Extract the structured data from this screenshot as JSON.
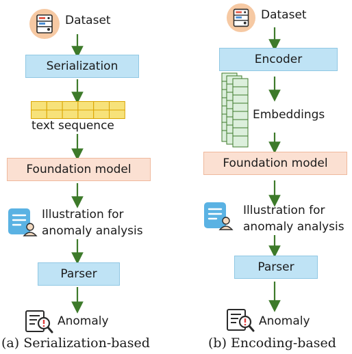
{
  "left": {
    "dataset": "Dataset",
    "serialization": "Serialization",
    "text_sequence": "text sequence",
    "foundation_model": "Foundation model",
    "illustration_line1": "Illustration for",
    "illustration_line2": "anomaly analysis",
    "parser": "Parser",
    "anomaly": "Anomaly",
    "caption": "(a)  Serialization-based"
  },
  "right": {
    "dataset": "Dataset",
    "encoder": "Encoder",
    "embeddings": "Embeddings",
    "foundation_model": "Foundation model",
    "illustration_line1": "Illustration for",
    "illustration_line2": "anomaly analysis",
    "parser": "Parser",
    "anomaly": "Anomaly",
    "caption": "(b)  Encoding-based"
  },
  "colors": {
    "arrow": "#3d7a2a",
    "blue_box": "#bfe3f5",
    "orange_box": "#fbe0d2",
    "sequence_cell": "#f7e27a",
    "embedding_cell": "#dcefdc"
  }
}
